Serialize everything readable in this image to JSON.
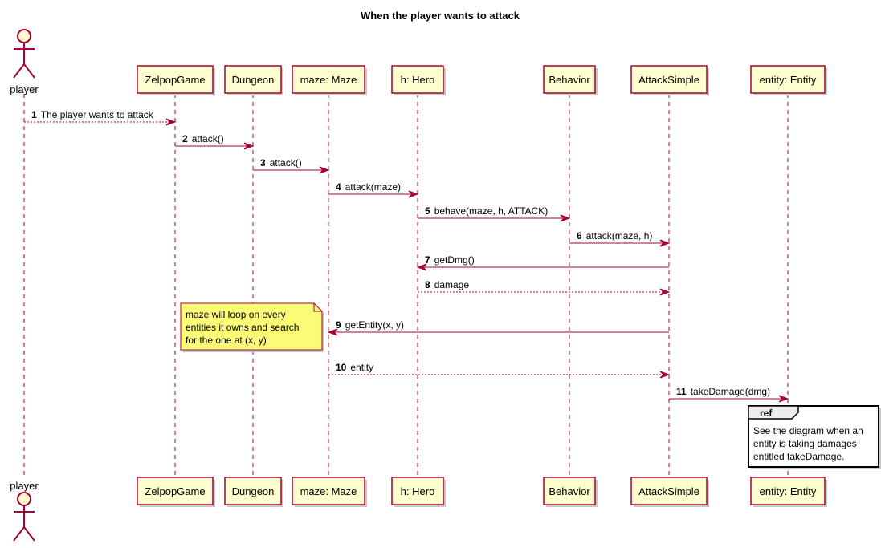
{
  "diagram": {
    "title": "When the player wants to attack",
    "colors": {
      "line": "#A80036",
      "box_fill": "#FEFECE",
      "note_fill": "#FBFB77",
      "ref_border": "#000000"
    },
    "participants": [
      {
        "id": "player",
        "label": "player",
        "kind": "actor"
      },
      {
        "id": "game",
        "label": "ZelpopGame",
        "kind": "participant"
      },
      {
        "id": "dungeon",
        "label": "Dungeon",
        "kind": "participant"
      },
      {
        "id": "maze",
        "label": "maze: Maze",
        "kind": "participant"
      },
      {
        "id": "hero",
        "label": "h: Hero",
        "kind": "participant"
      },
      {
        "id": "behavior",
        "label": "Behavior",
        "kind": "participant"
      },
      {
        "id": "attack",
        "label": "AttackSimple",
        "kind": "participant"
      },
      {
        "id": "entity",
        "label": "entity: Entity",
        "kind": "participant"
      }
    ],
    "messages": [
      {
        "num": "1",
        "text": "The player wants to attack",
        "from": "player",
        "to": "game",
        "style": "dashed"
      },
      {
        "num": "2",
        "text": "attack()",
        "from": "game",
        "to": "dungeon",
        "style": "solid"
      },
      {
        "num": "3",
        "text": "attack()",
        "from": "dungeon",
        "to": "maze",
        "style": "solid"
      },
      {
        "num": "4",
        "text": "attack(maze)",
        "from": "maze",
        "to": "hero",
        "style": "solid"
      },
      {
        "num": "5",
        "text": "behave(maze, h, ATTACK)",
        "from": "hero",
        "to": "behavior",
        "style": "solid"
      },
      {
        "num": "6",
        "text": "attack(maze, h)",
        "from": "behavior",
        "to": "attack",
        "style": "solid"
      },
      {
        "num": "7",
        "text": "getDmg()",
        "from": "attack",
        "to": "hero",
        "style": "solid"
      },
      {
        "num": "8",
        "text": "damage",
        "from": "hero",
        "to": "attack",
        "style": "dashed"
      },
      {
        "num": "9",
        "text": "getEntity(x, y)",
        "from": "attack",
        "to": "maze",
        "style": "solid"
      },
      {
        "num": "10",
        "text": "entity",
        "from": "maze",
        "to": "attack",
        "style": "dashed"
      },
      {
        "num": "11",
        "text": "takeDamage(dmg)",
        "from": "attack",
        "to": "entity",
        "style": "solid"
      }
    ],
    "note": {
      "lines": [
        "maze will loop on every",
        "entities it owns and search",
        "for the one at (x, y)"
      ]
    },
    "ref": {
      "tag": "ref",
      "lines": [
        "See the diagram when an",
        "entity is taking damages",
        "entitled takeDamage."
      ]
    }
  }
}
